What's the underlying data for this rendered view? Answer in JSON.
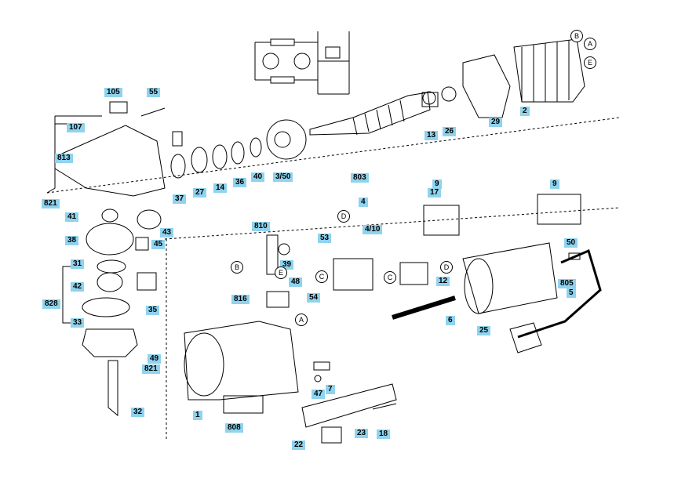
{
  "part_labels": [
    {
      "id": "p105",
      "text": "105"
    },
    {
      "id": "p55",
      "text": "55"
    },
    {
      "id": "p107",
      "text": "107"
    },
    {
      "id": "p813",
      "text": "813"
    },
    {
      "id": "p821a",
      "text": "821"
    },
    {
      "id": "p41",
      "text": "41"
    },
    {
      "id": "p43",
      "text": "43"
    },
    {
      "id": "p45",
      "text": "45"
    },
    {
      "id": "p38",
      "text": "38"
    },
    {
      "id": "p31",
      "text": "31"
    },
    {
      "id": "p42",
      "text": "42"
    },
    {
      "id": "p828",
      "text": "828"
    },
    {
      "id": "p33",
      "text": "33"
    },
    {
      "id": "p35",
      "text": "35"
    },
    {
      "id": "p49",
      "text": "49"
    },
    {
      "id": "p821b",
      "text": "821"
    },
    {
      "id": "p32",
      "text": "32"
    },
    {
      "id": "p37",
      "text": "37"
    },
    {
      "id": "p27",
      "text": "27"
    },
    {
      "id": "p14",
      "text": "14"
    },
    {
      "id": "p36",
      "text": "36"
    },
    {
      "id": "p40",
      "text": "40"
    },
    {
      "id": "p350",
      "text": "3/50"
    },
    {
      "id": "p803",
      "text": "803"
    },
    {
      "id": "p13",
      "text": "13"
    },
    {
      "id": "p26",
      "text": "26"
    },
    {
      "id": "p29",
      "text": "29"
    },
    {
      "id": "p2",
      "text": "2"
    },
    {
      "id": "p9a",
      "text": "9"
    },
    {
      "id": "p17",
      "text": "17"
    },
    {
      "id": "p9b",
      "text": "9"
    },
    {
      "id": "p4",
      "text": "4"
    },
    {
      "id": "p410",
      "text": "4/10"
    },
    {
      "id": "p810",
      "text": "810"
    },
    {
      "id": "p53",
      "text": "53"
    },
    {
      "id": "p39",
      "text": "39"
    },
    {
      "id": "p48",
      "text": "48"
    },
    {
      "id": "p816",
      "text": "816"
    },
    {
      "id": "p54",
      "text": "54"
    },
    {
      "id": "p12",
      "text": "12"
    },
    {
      "id": "p6",
      "text": "6"
    },
    {
      "id": "p25",
      "text": "25"
    },
    {
      "id": "p50",
      "text": "50"
    },
    {
      "id": "p805",
      "text": "805"
    },
    {
      "id": "p5",
      "text": "5"
    },
    {
      "id": "p1",
      "text": "1"
    },
    {
      "id": "p808",
      "text": "808"
    },
    {
      "id": "p47",
      "text": "47"
    },
    {
      "id": "p7",
      "text": "7"
    },
    {
      "id": "p22",
      "text": "22"
    },
    {
      "id": "p23",
      "text": "23"
    },
    {
      "id": "p18",
      "text": "18"
    }
  ],
  "reference_markers": [
    {
      "id": "B1",
      "text": "B"
    },
    {
      "id": "A1",
      "text": "A"
    },
    {
      "id": "E1",
      "text": "E"
    },
    {
      "id": "D1",
      "text": "D"
    },
    {
      "id": "B2",
      "text": "B"
    },
    {
      "id": "E2",
      "text": "E"
    },
    {
      "id": "C1",
      "text": "C"
    },
    {
      "id": "C2",
      "text": "C"
    },
    {
      "id": "D2",
      "text": "D"
    },
    {
      "id": "A2",
      "text": "A"
    }
  ]
}
